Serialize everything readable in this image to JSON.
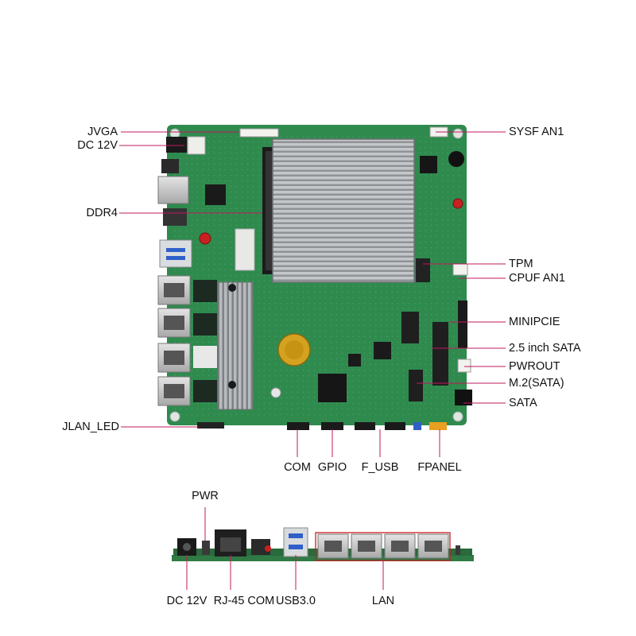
{
  "board_labels": {
    "left": [
      "JVGA",
      "DC 12V",
      "DDR4",
      "JLAN_LED"
    ],
    "right": [
      "SYSF AN1",
      "TPM",
      "CPUF AN1",
      "MINIPCIE",
      "2.5 inch SATA",
      "PWROUT",
      "M.2(SATA)",
      "SATA"
    ],
    "bottom": [
      "COM",
      "GPIO",
      "F_USB",
      "FPANEL"
    ]
  },
  "io_labels": {
    "top": [
      "PWR"
    ],
    "bottom": [
      "DC 12V",
      "RJ-45 COM",
      "USB3.0",
      "LAN"
    ]
  },
  "colors": {
    "pcb": "#2f8a4e",
    "pcb_dark": "#246f3d",
    "heatsink": "#b9bcbe",
    "leader_line": "#c0185c",
    "lan_highlight": "#c81e1e"
  }
}
